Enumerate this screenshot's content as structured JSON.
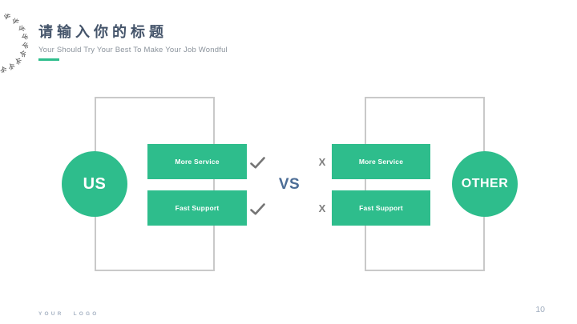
{
  "slide": {
    "title": "请输入你的标题",
    "subtitle": "Your Should Try Your Best To Make Your Job Wondful",
    "footer_logo": "YOUR LOGO",
    "page_number": "10"
  },
  "comparison": {
    "vs_label": "VS",
    "us": {
      "name": "US",
      "features": [
        "More Service",
        "Fast Support"
      ],
      "marks": [
        "check",
        "check"
      ]
    },
    "other": {
      "name": "OTHER",
      "features": [
        "More Service",
        "Fast Support"
      ],
      "marks": [
        "x",
        "x"
      ]
    }
  },
  "icons": {
    "wreath": "laurel-wreath-decoration",
    "check_glyph": "✓",
    "x_glyph": "X"
  },
  "colors": {
    "accent_green": "#2EBD8C",
    "title_text": "#44546A",
    "subtitle_text": "#8B939C",
    "vs_text": "#4C6D96",
    "mark_gray": "#7D7D7D",
    "frame_border": "#C9C9C9",
    "footer_text": "#A6B2C3"
  }
}
